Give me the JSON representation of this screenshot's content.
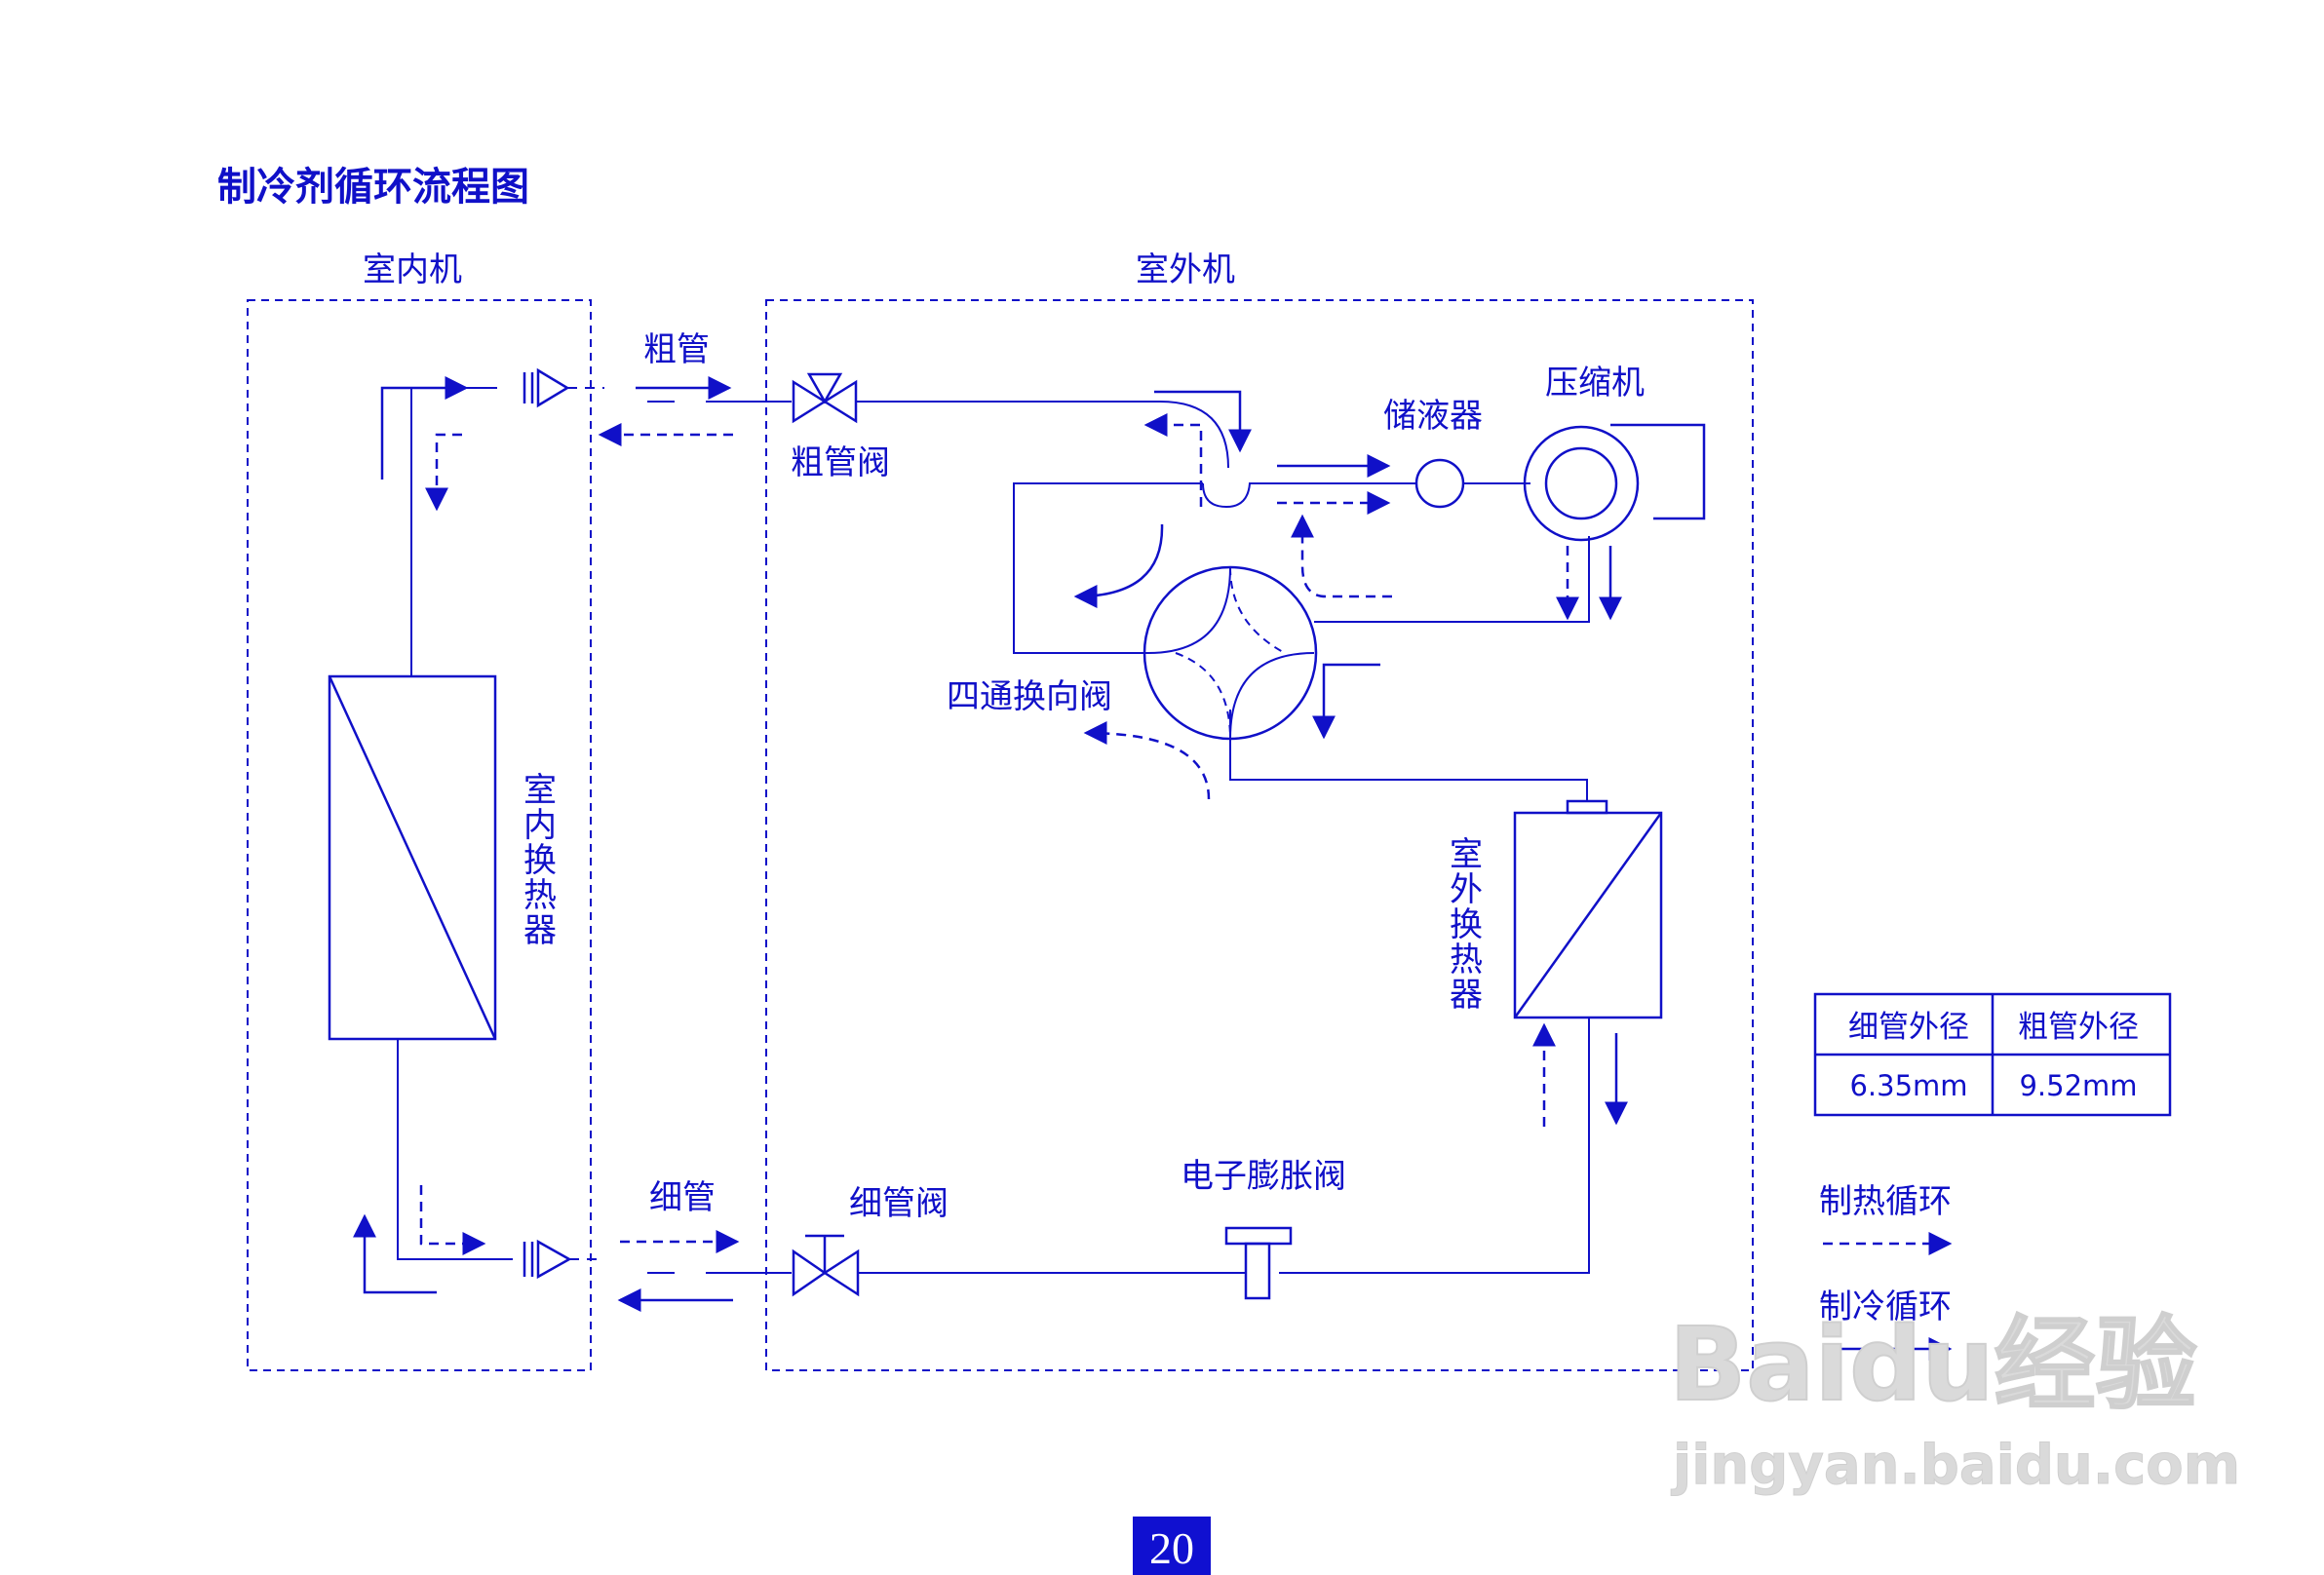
{
  "title": "制冷剂循环流程图",
  "indoor_unit": {
    "label": "室内机",
    "heat_exchanger_label": [
      "室",
      "内",
      "换",
      "热",
      "器"
    ]
  },
  "outdoor_unit": {
    "label": "室外机",
    "heat_exchanger_label": [
      "室",
      "外",
      "换",
      "热",
      "器"
    ]
  },
  "pipes": {
    "thick_pipe": "粗管",
    "thin_pipe": "细管"
  },
  "components": {
    "thick_pipe_valve": "粗管阀",
    "thin_pipe_valve": "细管阀",
    "accumulator": "储液器",
    "compressor": "压缩机",
    "four_way_valve": "四通换向阀",
    "expansion_valve": "电子膨胀阀"
  },
  "pipe_table": {
    "headers": [
      "细管外径",
      "粗管外径"
    ],
    "values": [
      "6.35mm",
      "9.52mm"
    ]
  },
  "legend": {
    "heating": "制热循环",
    "cooling": "制冷循环"
  },
  "page_number": "20",
  "watermark": {
    "brand": "Baidu经验",
    "url": "jingyan.baidu.com"
  },
  "colors": {
    "line": "#1010c8",
    "page_box": "#1010d0",
    "watermark": "#dadada"
  }
}
